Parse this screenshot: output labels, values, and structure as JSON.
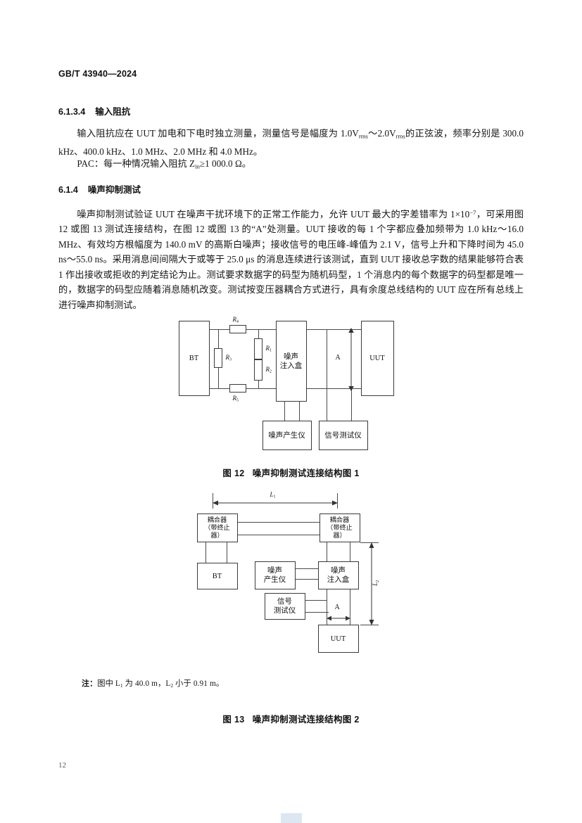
{
  "document": {
    "standard_number": "GB/T 43940—2024",
    "page_number": "12"
  },
  "sections": [
    {
      "number": "6.1.3.4",
      "title": "输入阻抗"
    },
    {
      "number": "6.1.4",
      "title": "噪声抑制测试"
    }
  ],
  "paragraphs": {
    "p1_part1": "输入阻抗应在 UUT 加电和下电时独立测量，测量信号是幅度为 1.0V",
    "p1_sub1": "rms",
    "p1_part2": "～2.0V",
    "p1_sub2": "rms",
    "p1_part3": "的正弦波，频率分别是 300.0 kHz、400.0 kHz、1.0 MHz、2.0 MHz 和 4.0 MHz。",
    "p2_part1": "PAC：每一种情况输入阻抗 Z",
    "p2_sub1": "in",
    "p2_part2": "≥1 000.0 Ω。",
    "p3_part1": "噪声抑制测试验证 UUT 在噪声干扰环境下的正常工作能力，允许 UUT 最大的字差错率为 1×10",
    "p3_sup1": "−7",
    "p3_part2": "，可采用图 12 或图 13 测试连接结构，在图 12 或图 13 的“A”处测量。UUT 接收的每 1 个字都应叠加频带为 1.0 kHz～16.0 MHz、有效均方根幅度为 140.0 mV 的高斯白噪声；接收信号的电压峰-峰值为 2.1 V，信号上升和下降时间为 45.0 ns～55.0 ns。采用消息间间隔大于或等于 25.0 μs 的消息连续进行该测试，直到 UUT 接收总字数的结果能够符合表 1 作出接收或拒收的判定结论为止。测试要求数据字的码型为随机码型，1 个消息内的每个数据字的码型都是唯一的，数据字的码型应随着消息随机改变。测试按变压器耦合方式进行，具有余度总线结构的 UUT 应在所有总线上进行噪声抑制测试。"
  },
  "figure12": {
    "caption_label": "图 12",
    "caption_title": "噪声抑制测试连接结构图 1",
    "blocks": {
      "bt": "BT",
      "noise_injection_box": "噪声\n注入盒",
      "uut": "UUT",
      "noise_generator": "噪声产生仪",
      "signal_tester": "信号测试仪"
    },
    "labels": {
      "r4": "R",
      "r4_sub": "4",
      "r3": "R",
      "r3_sub": "3",
      "r1": "R",
      "r1_sub": "1",
      "r2": "R",
      "r2_sub": "2",
      "r5": "R",
      "r5_sub": "5",
      "measure_point": "A"
    }
  },
  "figure13": {
    "caption_label": "图 13",
    "caption_title": "噪声抑制测试连接结构图 2",
    "blocks": {
      "coupler_left": "耦合器\n（带终止\n器）",
      "coupler_right": "耦合器\n（带终止\n器）",
      "bt": "BT",
      "noise_generator": "噪声\n产生仪",
      "noise_injection_box": "噪声\n注入盒",
      "signal_tester": "信号\n测试仪",
      "uut": "UUT"
    },
    "labels": {
      "l1": "L",
      "l1_sub": "1",
      "l2": "L",
      "l2_sub": "2",
      "measure_point": "A"
    },
    "note": {
      "label": "注：",
      "text_part1": "图中 L",
      "text_sub1": "1",
      "text_part2": " 为 40.0 m，L",
      "text_sub2": "2",
      "text_part3": " 小于 0.91 m。"
    }
  }
}
